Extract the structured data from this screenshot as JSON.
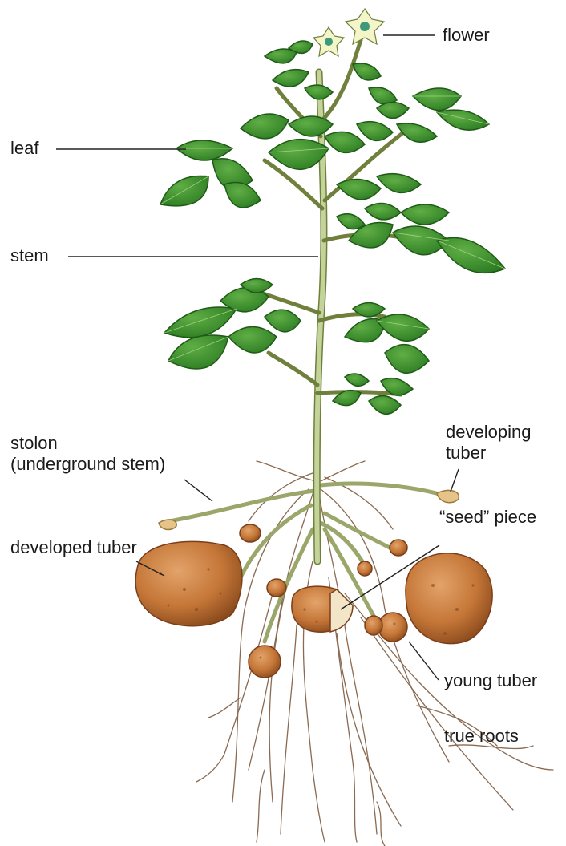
{
  "labels": {
    "flower": "flower",
    "leaf": "leaf",
    "stem": "stem",
    "stolon": "stolon\n(underground stem)",
    "developing_tuber": "developing\ntuber",
    "developed_tuber": "developed tuber",
    "seed_piece": "“seed” piece",
    "young_tuber": "young tuber",
    "true_roots": "true roots"
  },
  "colors": {
    "leaf": "#3f8f2c",
    "leaf_dark": "#1f5a17",
    "stem": "#b9c98a",
    "stem_edge": "#6f7f3c",
    "tuber": "#c77c3e",
    "tuber_dark": "#7a3f1a",
    "root": "#8a6a52",
    "flower": "#f4f5c8",
    "flower_center": "#3c9a7a",
    "leader": "#222222"
  }
}
